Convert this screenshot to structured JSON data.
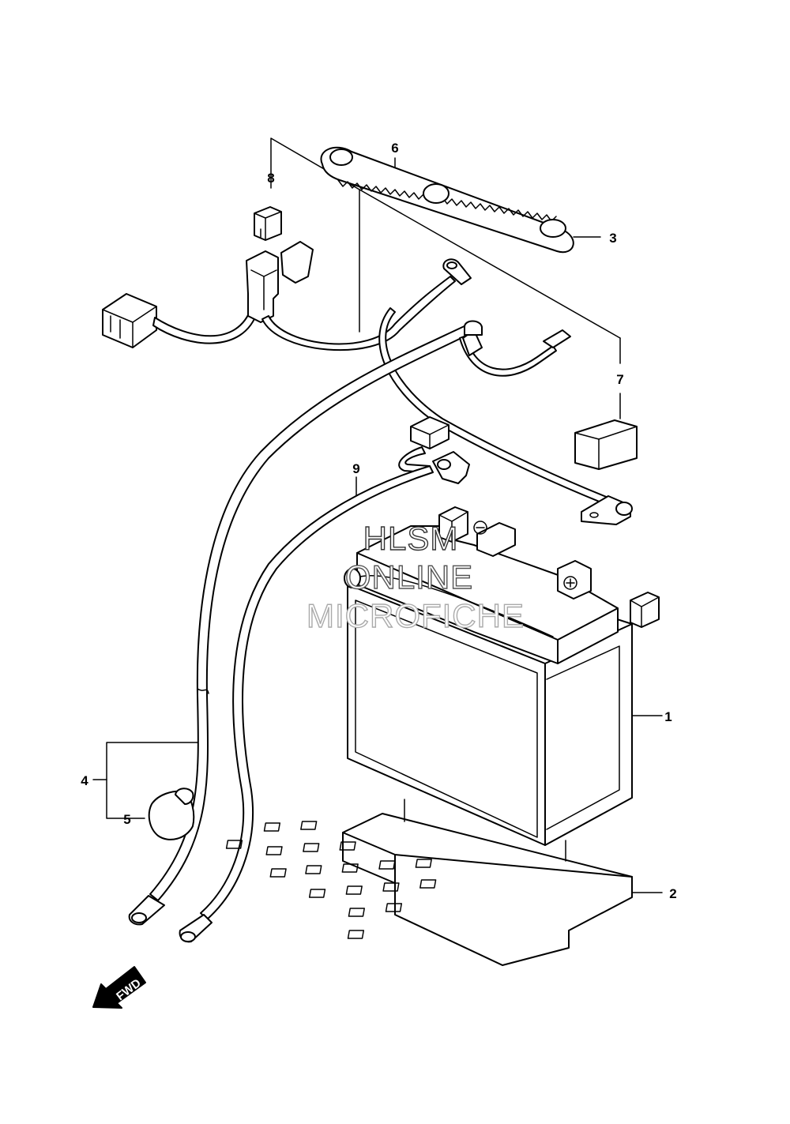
{
  "callouts": [
    {
      "id": "1",
      "label": "1"
    },
    {
      "id": "2",
      "label": "2"
    },
    {
      "id": "3",
      "label": "3"
    },
    {
      "id": "4",
      "label": "4"
    },
    {
      "id": "5",
      "label": "5"
    },
    {
      "id": "6",
      "label": "6"
    },
    {
      "id": "7",
      "label": "7"
    },
    {
      "id": "8",
      "label": "8"
    },
    {
      "id": "9",
      "label": "9"
    }
  ],
  "watermark": {
    "line1": "HLSM",
    "line2": "ONLINE",
    "line3": "MICROFICHE",
    "colors": [
      "#333333",
      "#555555",
      "#aaaaaa"
    ]
  },
  "fwd_arrow": {
    "label": "FWD"
  }
}
